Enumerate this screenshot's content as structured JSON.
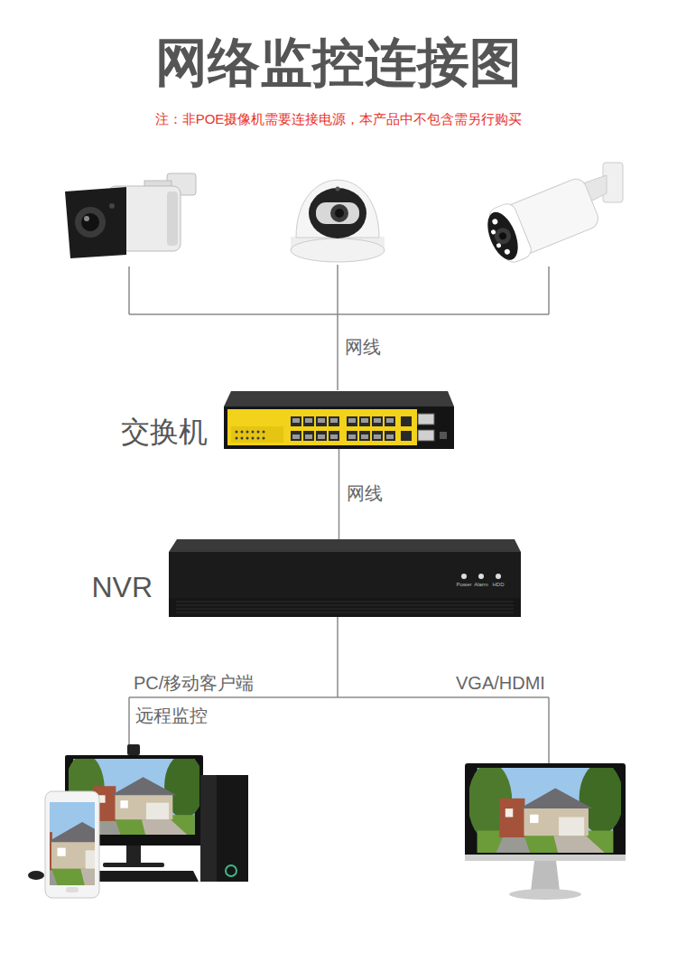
{
  "diagram": {
    "title": "网络监控连接图",
    "nodes": [
      {
        "text": [
          "交换机"
        ]
      },
      {
        "text": [
          "NVR"
        ]
      }
    ],
    "edges": [
      {
        "from": 0,
        "to": 1,
        "arrow": "none",
        "label": "网线"
      }
    ],
    "labels": [
      "注：非POE摄像机需要连接电源，本产品中不包含需另行购买",
      "网线",
      "Power",
      "Alarm",
      "HDD",
      "PC/移动客户端",
      "远程监控",
      "VGA/HDMI"
    ]
  }
}
